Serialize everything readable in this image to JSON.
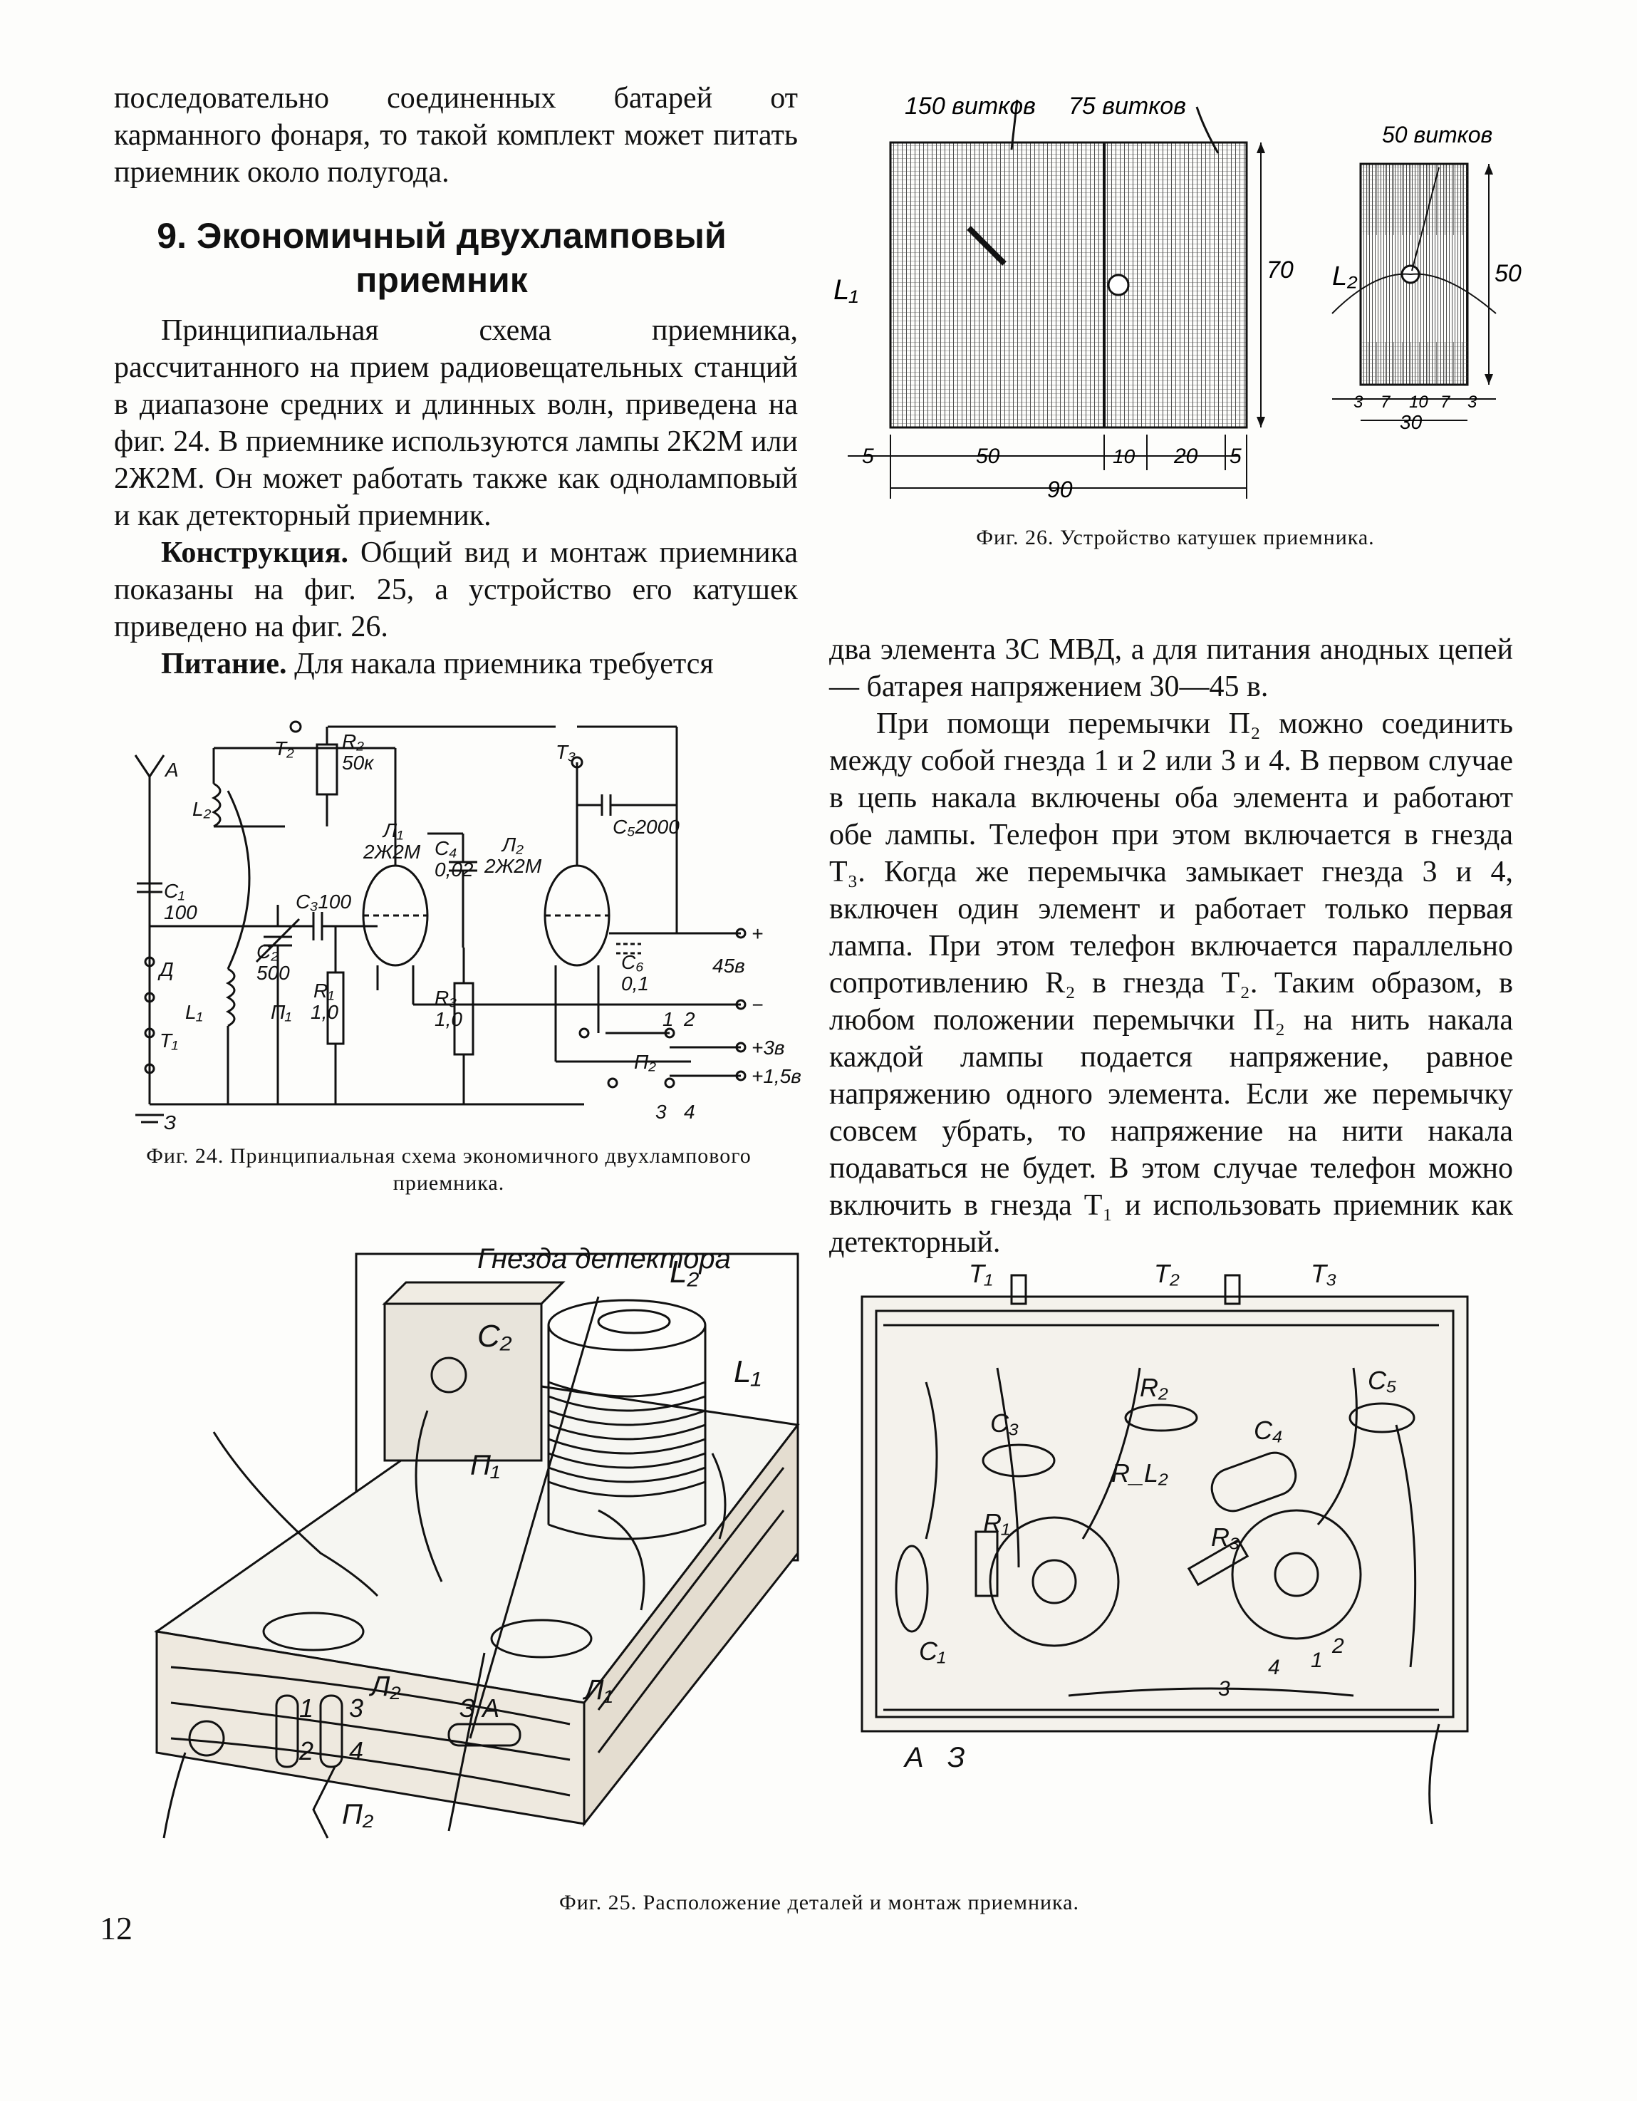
{
  "left_column": {
    "intro": "последовательно соединенных батарей от карманного фонаря, то такой комплект может питать приемник около полугода.",
    "section_number": "9.",
    "section_title": "Экономичный двухламповый приемник",
    "para1": "Принципиальная схема приемника, рассчитанного на прием радиовещательных станций в диапазоне средних и длинных волн, приведена на фиг. 24. В приемнике используются лампы 2К2М или 2Ж2М. Он может работать также как одноламповый и как детекторный приемник.",
    "para2_lead": "Конструкция.",
    "para2": "Общий вид и монтаж приемника показаны на фиг. 25, а устройство его катушек приведено на фиг. 26.",
    "para3_lead": "Питание.",
    "para3": "Для накала приемника требуется"
  },
  "right_column": {
    "para1": "два элемента 3С МВД, а для питания анодных цепей — батарея напряжением 30—45 в.",
    "para2": "При помощи перемычки П₂ можно соединить между собой гнезда 1 и 2 или 3 и 4. В первом случае в цепь накала включены оба элемента и работают обе лампы. Телефон при этом включается в гнезда Т₃. Когда же перемычка замыкает гнезда 3 и 4, включен один элемент и работает только первая лампа. При этом телефон включается параллельно сопротивлению R₂ в гнезда Т₂. Таким образом, в любом положении перемычки П₂ на нить накала каждой лампы подается напряжение, равное напряжению одного элемента. Если же перемычку совсем убрать, то напряжение на нити накала подаваться не будет. В этом случае телефон можно включить в гнезда Т₁ и использовать приемник как детекторный."
  },
  "fig24": {
    "caption": "Фиг. 24. Принципиальная схема экономичного двухлампового приемника.",
    "labels": {
      "A": "A",
      "L2": "L₂",
      "C1": "C₁",
      "C1v": "100",
      "D": "Д",
      "T1": "T₁",
      "gnd": "З",
      "L1": "L₁",
      "P1": "П₁",
      "C2": "C₂",
      "C2v": "500",
      "C3": "C₃100",
      "R1": "R₁",
      "R1v": "1,0",
      "T2": "T₂",
      "R2": "R₂",
      "R2v": "50к",
      "Л1": "Л₁",
      "Л1t": "2Ж2М",
      "C4": "C₄",
      "C4v": "0,02",
      "Л2": "Л₂",
      "Л2t": "2Ж2М",
      "R3": "R₃",
      "R3v": "1,0",
      "T3": "T₃",
      "C5": "C₅2000",
      "C6": "C₆",
      "C6v": "0,1",
      "plus": "+",
      "v45": "45в",
      "minus": "−",
      "n1": "1",
      "n2": "2",
      "n3": "3",
      "n4": "4",
      "P2": "П₂",
      "v3": "+3в",
      "v15": "+1,5в"
    }
  },
  "fig26": {
    "caption": "Фиг. 26. Устройство катушек приемника.",
    "labels": {
      "w150": "150 витков",
      "w75": "75 витков",
      "w50": "50 витков",
      "L1": "L₁",
      "L2": "L₂",
      "d70": "70",
      "d50": "50",
      "d5a": "5",
      "d50b": "50",
      "d10": "10",
      "d20": "20",
      "d5b": "5",
      "d90": "90",
      "s3a": "3",
      "s7a": "7",
      "s10": "10",
      "s7b": "7",
      "s3b": "3",
      "s30": "30"
    }
  },
  "fig25": {
    "caption": "Фиг. 25. Расположение деталей и монтаж приемника.",
    "labels": {
      "title": "Гнезда детектора",
      "L2": "L₂",
      "C2": "C₂",
      "P1": "П₁",
      "L1": "L₁",
      "Л2": "Л₂",
      "Л1": "Л₁",
      "j1": "1",
      "j2": "2",
      "j3": "3",
      "j4": "4",
      "ZA": "З А",
      "P2": "П₂",
      "T1": "T₁",
      "T2": "T₂",
      "T3": "T₃",
      "R2": "R₂",
      "C5": "C₅",
      "C3": "C₃",
      "C4": "C₄",
      "RL2": "R_L₂",
      "R1": "R₁",
      "R3": "R₃",
      "C1": "C₁",
      "b1": "1",
      "b2": "2",
      "b3": "3",
      "b4": "4",
      "A": "А",
      "Z": "З"
    }
  },
  "page_number": "12"
}
